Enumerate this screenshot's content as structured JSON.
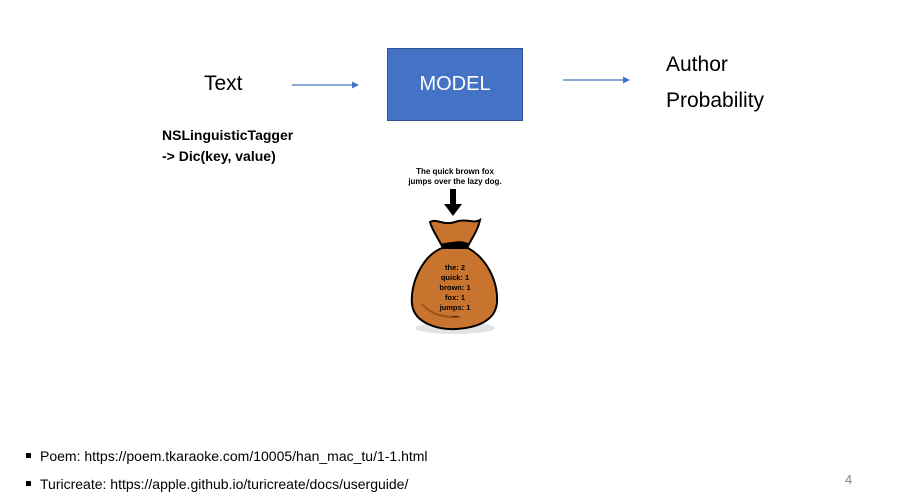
{
  "diagram": {
    "input_label": "Text",
    "tagger_lines": [
      "NSLinguisticTagger",
      "-> Dic(key, value)"
    ],
    "model_label": "MODEL",
    "output_lines": [
      "Author",
      "Probability"
    ],
    "arrow_color": "#4472c4",
    "model_color": "#4472c4"
  },
  "bag_illustration": {
    "caption_lines": [
      "The quick brown fox",
      "jumps over the lazy dog."
    ],
    "word_counts": [
      "the: 2",
      "quick: 1",
      "brown: 1",
      "fox: 1",
      "jumps: 1",
      "..."
    ],
    "bag_color": "#c8742e"
  },
  "references": [
    "Poem: https://poem.tkaraoke.com/10005/han_mac_tu/1-1.html",
    "Turicreate: https://apple.github.io/turicreate/docs/userguide/"
  ],
  "page_number": "4"
}
